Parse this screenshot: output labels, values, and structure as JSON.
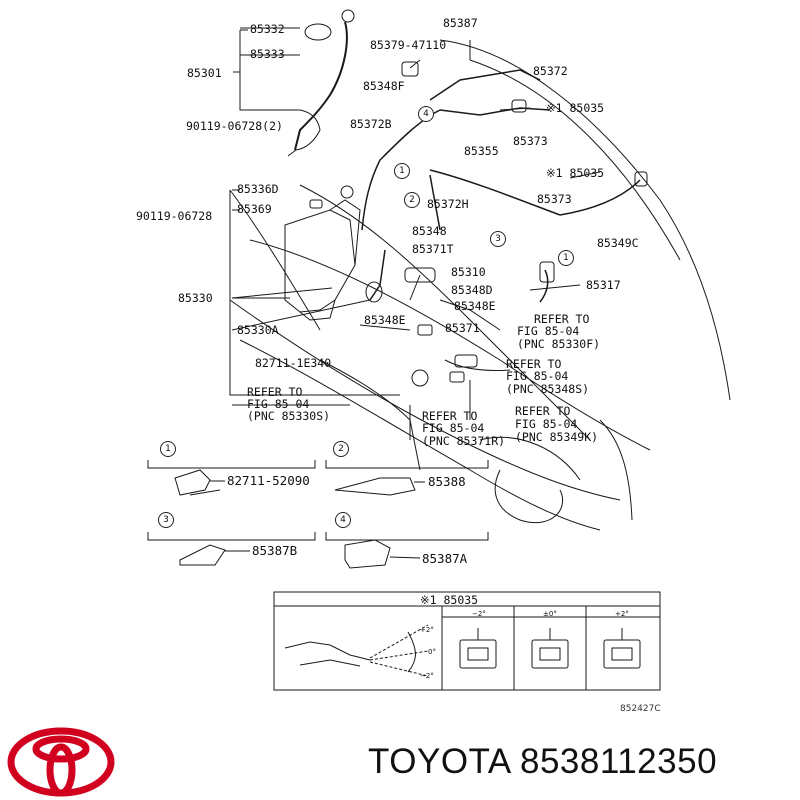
{
  "diagram": {
    "labels": {
      "p85332": "85332",
      "p85333": "85333",
      "p85301": "85301",
      "p90119_2": "90119-06728(2)",
      "p85336d": "85336D",
      "p85369": "85369",
      "p90119": "90119-06728",
      "p85330": "85330",
      "p85330a": "85330A",
      "p82711_e340": "82711-1E340",
      "refer_left_1": "REFER TO",
      "refer_left_2": "FIG 85-04",
      "refer_left_3": "(PNC 85330S)",
      "p85387": "85387",
      "p85379": "85379-47110",
      "p85372": "85372",
      "p85348f": "85348F",
      "p85035_a": "※1 85035",
      "p85372b": "85372B",
      "p85373_a": "85373",
      "p85355": "85355",
      "p85035_b": "※1 85035",
      "p85372h": "85372H",
      "p85373_b": "85373",
      "p85349c": "85349C",
      "p85348": "85348",
      "p85371t": "85371T",
      "p85310": "85310",
      "p85348d": "85348D",
      "p85348e_a": "85348E",
      "p85317": "85317",
      "p85348e_b": "85348E",
      "p85371": "85371",
      "ref_f_1": "REFER TO",
      "ref_f_2": "FIG 85-04",
      "ref_f_3": "(PNC 85330F)",
      "ref_s_1": "REFER TO",
      "ref_s_2": "FIG 85-04",
      "ref_s_3": "(PNC 85348S)",
      "ref_r_1": "REFER TO",
      "ref_r_2": "FIG 85-04",
      "ref_r_3": "(PNC 85371R)",
      "ref_k_1": "REFER TO",
      "ref_k_2": "FIG 85-04",
      "ref_k_3": "(PNC 85349K)",
      "inset1_part": "82711-52090",
      "inset2_part": "85388",
      "inset3_part": "85387B",
      "inset4_part": "85387A",
      "circle1": "1",
      "circle2": "2",
      "circle3": "3",
      "circle4": "4"
    },
    "adjust_table": {
      "title": "※1 85035",
      "col_minus": "−2°",
      "col_zero": "±0°",
      "col_plus": "+2°",
      "angle_plus": "+2°",
      "angle_zero": "0°",
      "angle_minus": "−2°"
    },
    "drawing_code": "852427C"
  },
  "brand": {
    "name": "TOYOTA",
    "part_number": "8538112350",
    "logo_color": "#d1001f"
  }
}
